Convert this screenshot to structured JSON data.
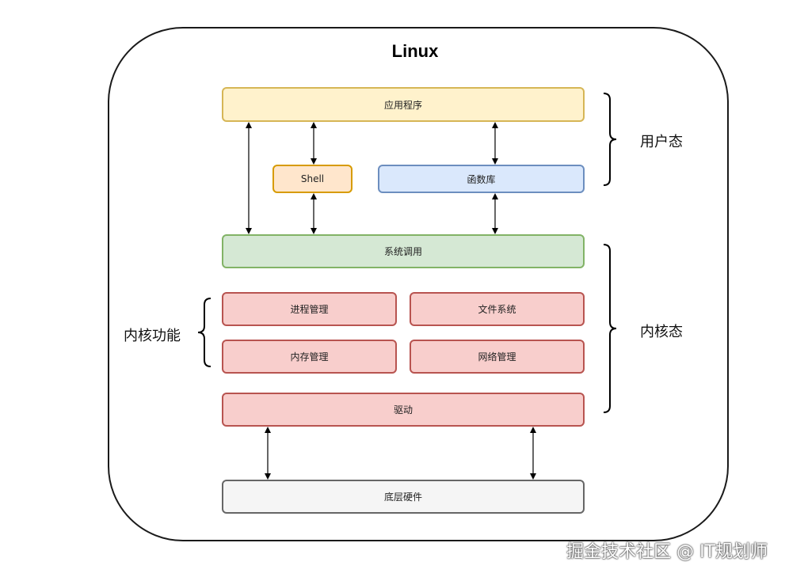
{
  "title": "Linux",
  "boxes": {
    "app": "应用程序",
    "shell": "Shell",
    "library": "函数库",
    "syscall": "系统调用",
    "process_mgmt": "进程管理",
    "file_system": "文件系统",
    "memory_mgmt": "内存管理",
    "network_mgmt": "网络管理",
    "driver": "驱动",
    "hardware": "底层硬件"
  },
  "labels": {
    "user_mode": "用户态",
    "kernel_mode": "内核态",
    "kernel_functions": "内核功能"
  },
  "watermark": "掘金技术社区 @ IT规划师"
}
